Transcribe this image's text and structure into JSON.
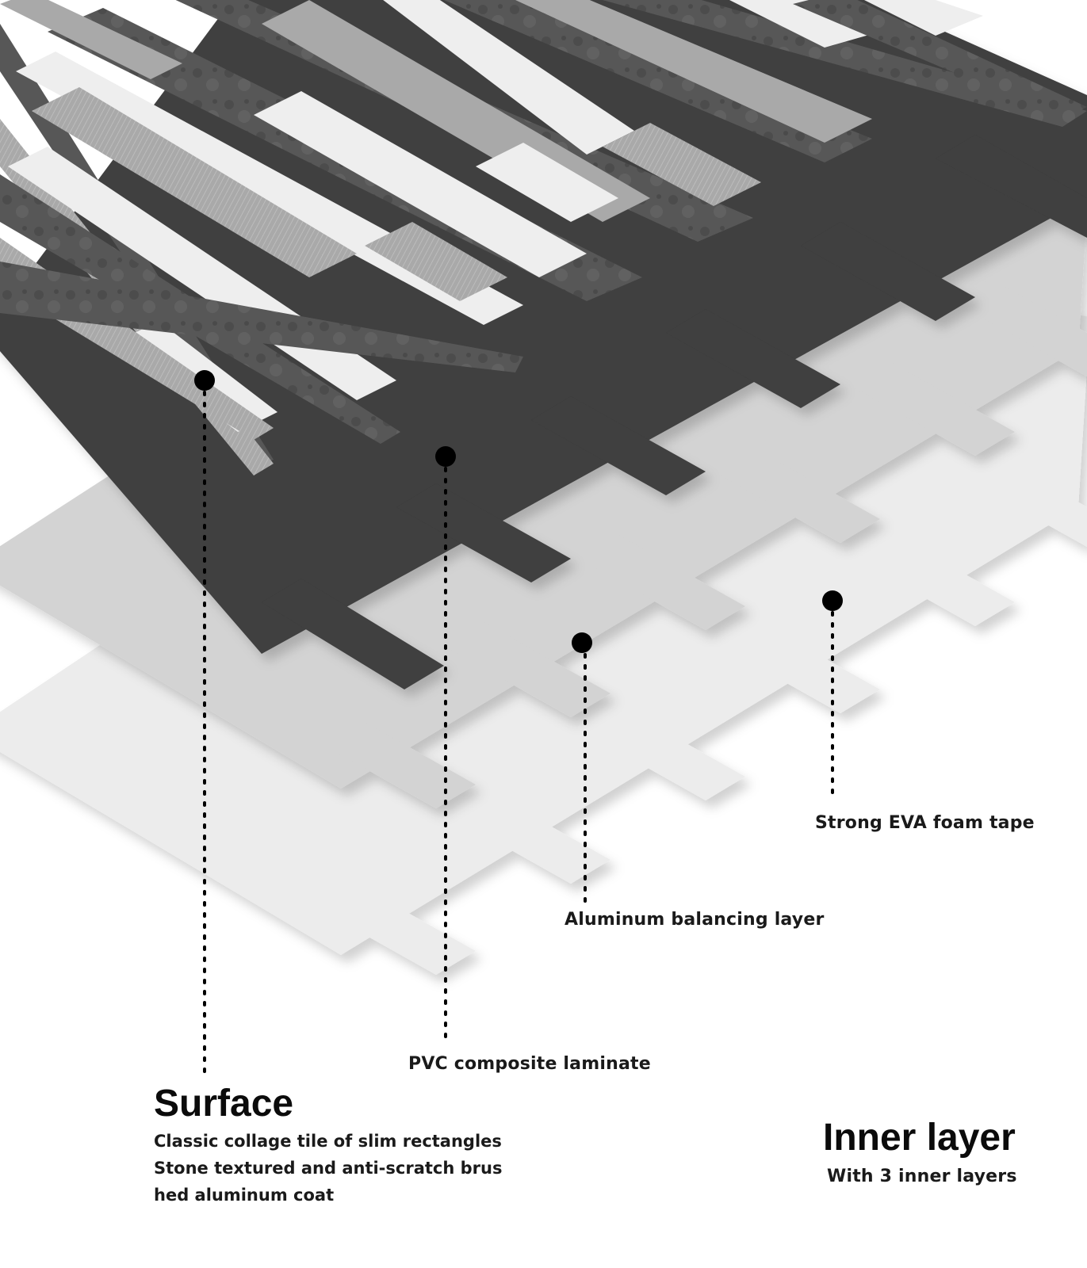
{
  "layers": {
    "surface": {
      "title": "Surface"
    },
    "pvc": {
      "label": "PVC composite laminate"
    },
    "aluminum": {
      "label": "Aluminum balancing layer"
    },
    "foam": {
      "label": "Strong EVA foam tape"
    }
  },
  "surface_text": {
    "heading": "Surface",
    "lines": [
      "Classic collage tile of slim rectangles",
      "Stone textured and anti-scratch brus",
      "hed aluminum coat"
    ]
  },
  "inner_text": {
    "heading": "Inner layer",
    "subheading": "With 3 inner layers"
  },
  "colors": {
    "pvc": "#3f3f3f",
    "aluminum_layer": "#d3d3d3",
    "foam_layer": "#ececec",
    "strip_white": "#eeeeee",
    "strip_silver": "#a9a9a9",
    "strip_stone": "#575757",
    "marker": "#000000"
  }
}
